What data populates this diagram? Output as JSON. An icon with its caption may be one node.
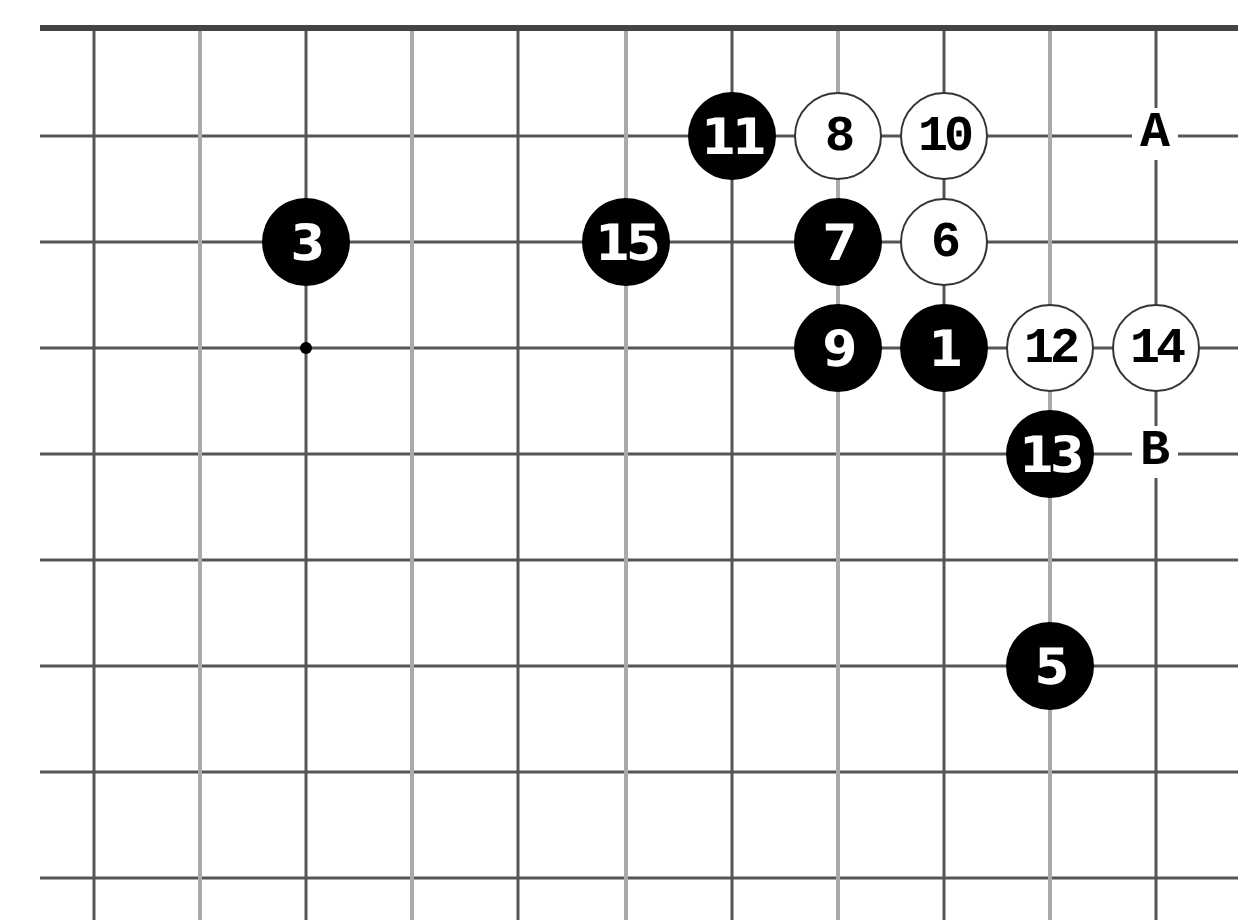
{
  "diagram": {
    "nodes": [
      {
        "text": [
          "11"
        ]
      },
      {
        "text": [
          "8"
        ]
      },
      {
        "text": [
          "10"
        ]
      },
      {
        "text": [
          "3"
        ]
      },
      {
        "text": [
          "15"
        ]
      },
      {
        "text": [
          "7"
        ]
      },
      {
        "text": [
          "6"
        ]
      },
      {
        "text": [
          "9"
        ]
      },
      {
        "text": [
          "1"
        ]
      },
      {
        "text": [
          "12"
        ]
      },
      {
        "text": [
          "14"
        ]
      },
      {
        "text": [
          "13"
        ]
      },
      {
        "text": [
          "5"
        ]
      }
    ],
    "labels": [
      "A",
      "B"
    ]
  }
}
